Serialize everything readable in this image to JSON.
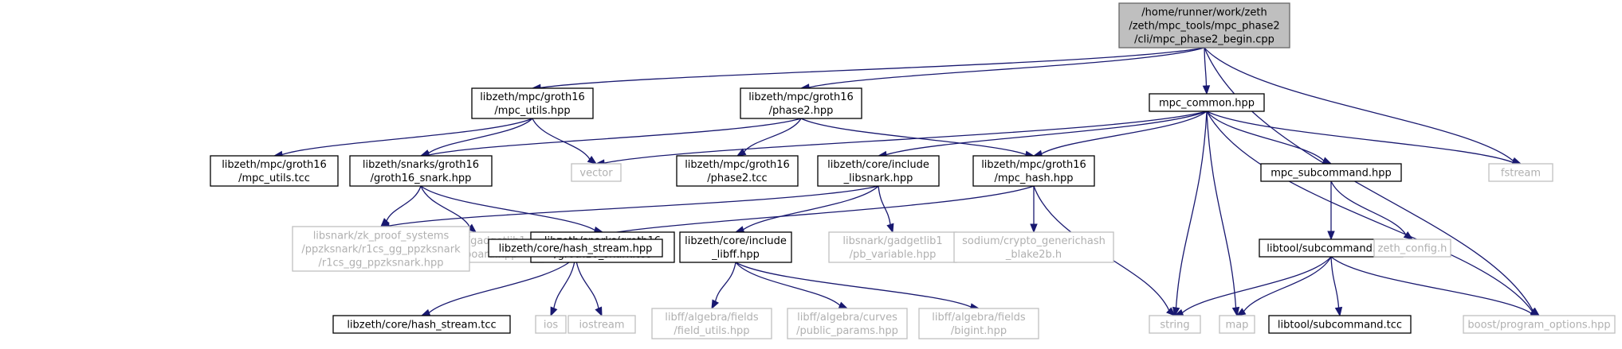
{
  "graph": {
    "nodes": [
      {
        "id": "root",
        "kind": "root",
        "lines": [
          "/home/runner/work/zeth",
          "/zeth/mpc_tools/mpc_phase2",
          "/cli/mpc_phase2_begin.cpp"
        ]
      },
      {
        "id": "mpc_utils_hpp",
        "kind": "file",
        "lines": [
          "libzeth/mpc/groth16",
          "/mpc_utils.hpp"
        ]
      },
      {
        "id": "phase2_hpp",
        "kind": "file",
        "lines": [
          "libzeth/mpc/groth16",
          "/phase2.hpp"
        ]
      },
      {
        "id": "mpc_common_hpp",
        "kind": "file",
        "lines": [
          "mpc_common.hpp"
        ]
      },
      {
        "id": "mpc_utils_tcc",
        "kind": "file",
        "lines": [
          "libzeth/mpc/groth16",
          "/mpc_utils.tcc"
        ]
      },
      {
        "id": "groth16_snark_hpp",
        "kind": "file",
        "lines": [
          "libzeth/snarks/groth16",
          "/groth16_snark.hpp"
        ]
      },
      {
        "id": "vector",
        "kind": "ext",
        "lines": [
          "vector"
        ]
      },
      {
        "id": "phase2_tcc",
        "kind": "file",
        "lines": [
          "libzeth/mpc/groth16",
          "/phase2.tcc"
        ]
      },
      {
        "id": "core_libsnark",
        "kind": "file",
        "lines": [
          "libzeth/core/include",
          "_libsnark.hpp"
        ]
      },
      {
        "id": "mpc_hash_hpp",
        "kind": "file",
        "lines": [
          "libzeth/mpc/groth16",
          "/mpc_hash.hpp"
        ]
      },
      {
        "id": "mpc_subcommand_hpp",
        "kind": "file",
        "lines": [
          "mpc_subcommand.hpp"
        ]
      },
      {
        "id": "fstream",
        "kind": "ext",
        "lines": [
          "fstream"
        ]
      },
      {
        "id": "protoboard",
        "kind": "ext",
        "lines": [
          "libsnark/gadgetlib1",
          "/protoboard.hpp"
        ]
      },
      {
        "id": "groth16_snark_tcc",
        "kind": "file",
        "lines": [
          "libzeth/snarks/groth16",
          "/groth16_snark.tcc"
        ]
      },
      {
        "id": "r1cs_gg",
        "kind": "ext",
        "lines": [
          "libsnark/zk_proof_systems",
          "/ppzksnark/r1cs_gg_ppzksnark",
          "/r1cs_gg_ppzksnark.hpp"
        ]
      },
      {
        "id": "hash_stream_hpp",
        "kind": "file",
        "lines": [
          "libzeth/core/hash_stream.hpp"
        ]
      },
      {
        "id": "core_libff",
        "kind": "file",
        "lines": [
          "libzeth/core/include",
          "_libff.hpp"
        ]
      },
      {
        "id": "pb_variable",
        "kind": "ext",
        "lines": [
          "libsnark/gadgetlib1",
          "/pb_variable.hpp"
        ]
      },
      {
        "id": "sodium_blake",
        "kind": "ext",
        "lines": [
          "sodium/crypto_generichash",
          "_blake2b.h"
        ]
      },
      {
        "id": "libtool_subcommand_hpp",
        "kind": "file",
        "lines": [
          "libtool/subcommand.hpp"
        ]
      },
      {
        "id": "zeth_config",
        "kind": "ext",
        "lines": [
          "zeth_config.h"
        ]
      },
      {
        "id": "hash_stream_tcc",
        "kind": "file",
        "lines": [
          "libzeth/core/hash_stream.tcc"
        ]
      },
      {
        "id": "ios",
        "kind": "ext",
        "lines": [
          "ios"
        ]
      },
      {
        "id": "iostream",
        "kind": "ext",
        "lines": [
          "iostream"
        ]
      },
      {
        "id": "field_utils",
        "kind": "ext",
        "lines": [
          "libff/algebra/fields",
          "/field_utils.hpp"
        ]
      },
      {
        "id": "public_params",
        "kind": "ext",
        "lines": [
          "libff/algebra/curves",
          "/public_params.hpp"
        ]
      },
      {
        "id": "bigint",
        "kind": "ext",
        "lines": [
          "libff/algebra/fields",
          "/bigint.hpp"
        ]
      },
      {
        "id": "string",
        "kind": "ext",
        "lines": [
          "string"
        ]
      },
      {
        "id": "map",
        "kind": "ext",
        "lines": [
          "map"
        ]
      },
      {
        "id": "libtool_subcommand_tcc",
        "kind": "file",
        "lines": [
          "libtool/subcommand.tcc"
        ]
      },
      {
        "id": "program_options",
        "kind": "ext",
        "lines": [
          "boost/program_options.hpp"
        ]
      }
    ],
    "edges": [
      [
        "root",
        "mpc_utils_hpp"
      ],
      [
        "root",
        "phase2_hpp"
      ],
      [
        "root",
        "mpc_common_hpp"
      ],
      [
        "root",
        "fstream"
      ],
      [
        "root",
        "program_options"
      ],
      [
        "mpc_utils_hpp",
        "mpc_utils_tcc"
      ],
      [
        "mpc_utils_hpp",
        "groth16_snark_hpp"
      ],
      [
        "mpc_utils_hpp",
        "vector"
      ],
      [
        "phase2_hpp",
        "groth16_snark_hpp"
      ],
      [
        "phase2_hpp",
        "phase2_tcc"
      ],
      [
        "phase2_hpp",
        "mpc_hash_hpp"
      ],
      [
        "mpc_common_hpp",
        "vector"
      ],
      [
        "mpc_common_hpp",
        "core_libsnark"
      ],
      [
        "mpc_common_hpp",
        "mpc_hash_hpp"
      ],
      [
        "mpc_common_hpp",
        "mpc_subcommand_hpp"
      ],
      [
        "mpc_common_hpp",
        "fstream"
      ],
      [
        "mpc_common_hpp",
        "string"
      ],
      [
        "mpc_common_hpp",
        "map"
      ],
      [
        "mpc_common_hpp",
        "program_options"
      ],
      [
        "groth16_snark_hpp",
        "protoboard"
      ],
      [
        "groth16_snark_hpp",
        "groth16_snark_tcc"
      ],
      [
        "groth16_snark_hpp",
        "r1cs_gg"
      ],
      [
        "core_libsnark",
        "r1cs_gg"
      ],
      [
        "core_libsnark",
        "core_libff"
      ],
      [
        "core_libsnark",
        "pb_variable"
      ],
      [
        "mpc_hash_hpp",
        "hash_stream_hpp"
      ],
      [
        "mpc_hash_hpp",
        "sodium_blake"
      ],
      [
        "mpc_hash_hpp",
        "string"
      ],
      [
        "mpc_subcommand_hpp",
        "libtool_subcommand_hpp"
      ],
      [
        "mpc_subcommand_hpp",
        "zeth_config"
      ],
      [
        "hash_stream_hpp",
        "hash_stream_tcc"
      ],
      [
        "hash_stream_hpp",
        "ios"
      ],
      [
        "hash_stream_hpp",
        "iostream"
      ],
      [
        "core_libff",
        "field_utils"
      ],
      [
        "core_libff",
        "public_params"
      ],
      [
        "core_libff",
        "bigint"
      ],
      [
        "libtool_subcommand_hpp",
        "string"
      ],
      [
        "libtool_subcommand_hpp",
        "map"
      ],
      [
        "libtool_subcommand_hpp",
        "libtool_subcommand_tcc"
      ],
      [
        "libtool_subcommand_hpp",
        "program_options"
      ]
    ]
  }
}
